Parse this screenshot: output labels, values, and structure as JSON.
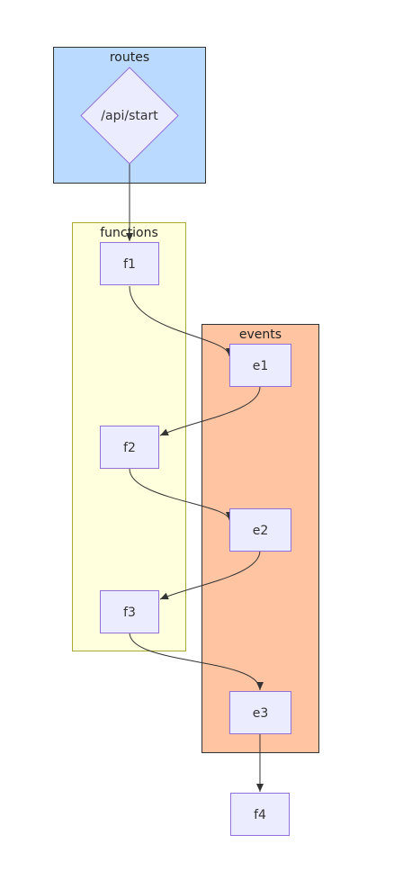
{
  "clusters": {
    "routes": {
      "label": "routes",
      "fill": "#BBDAFF",
      "stroke": "#333333"
    },
    "functions": {
      "label": "functions",
      "fill": "#FFFFDE",
      "stroke": "#AAAA33"
    },
    "events": {
      "label": "events",
      "fill": "#FFC5A3",
      "stroke": "#333333"
    }
  },
  "nodes": {
    "api_start": {
      "label": "/api/start",
      "shape": "diamond"
    },
    "f1": {
      "label": "f1"
    },
    "f2": {
      "label": "f2"
    },
    "f3": {
      "label": "f3"
    },
    "f4": {
      "label": "f4"
    },
    "e1": {
      "label": "e1"
    },
    "e2": {
      "label": "e2"
    },
    "e3": {
      "label": "e3"
    }
  },
  "edges": [
    {
      "from": "/api/start",
      "to": "f1"
    },
    {
      "from": "f1",
      "to": "e1"
    },
    {
      "from": "e1",
      "to": "f2"
    },
    {
      "from": "f2",
      "to": "e2"
    },
    {
      "from": "e2",
      "to": "f3"
    },
    {
      "from": "f3",
      "to": "e3"
    },
    {
      "from": "e3",
      "to": "f4"
    }
  ],
  "colors": {
    "node_fill": "#ECECFF",
    "node_stroke": "#9370DB",
    "edge": "#333333"
  }
}
